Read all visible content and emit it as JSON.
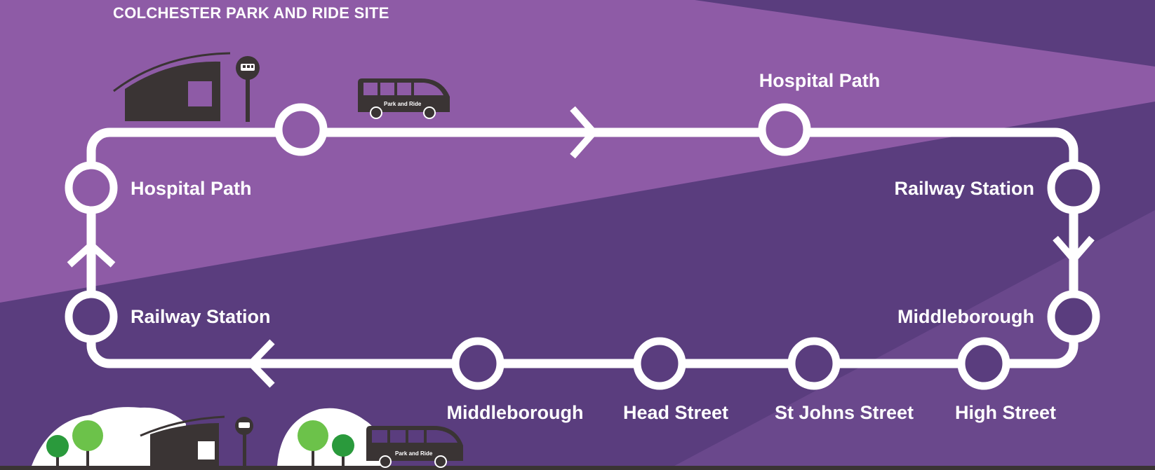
{
  "title": "COLCHESTER PARK AND RIDE SITE",
  "bus_sign": "Park and Ride",
  "stops": {
    "top_right": "Hospital Path",
    "left_upper": "Hospital Path",
    "right_upper": "Railway Station",
    "left_lower": "Railway Station",
    "right_lower": "Middleborough",
    "bottom_1": "Middleborough",
    "bottom_2": "Head Street",
    "bottom_3": "St Johns Street",
    "bottom_4": "High Street"
  },
  "colors": {
    "light_purple": "#8e5ba6",
    "dark_purple": "#5a3d7e",
    "mid_purple": "#714d93",
    "route": "#ffffff",
    "building": "#3a3434",
    "tree_dark": "#2a9a3c",
    "tree_light": "#6cc24a"
  },
  "icons": [
    "building-icon",
    "bus-stop-icon",
    "bus-icon",
    "direction-arrow-icon",
    "tree-icon"
  ]
}
